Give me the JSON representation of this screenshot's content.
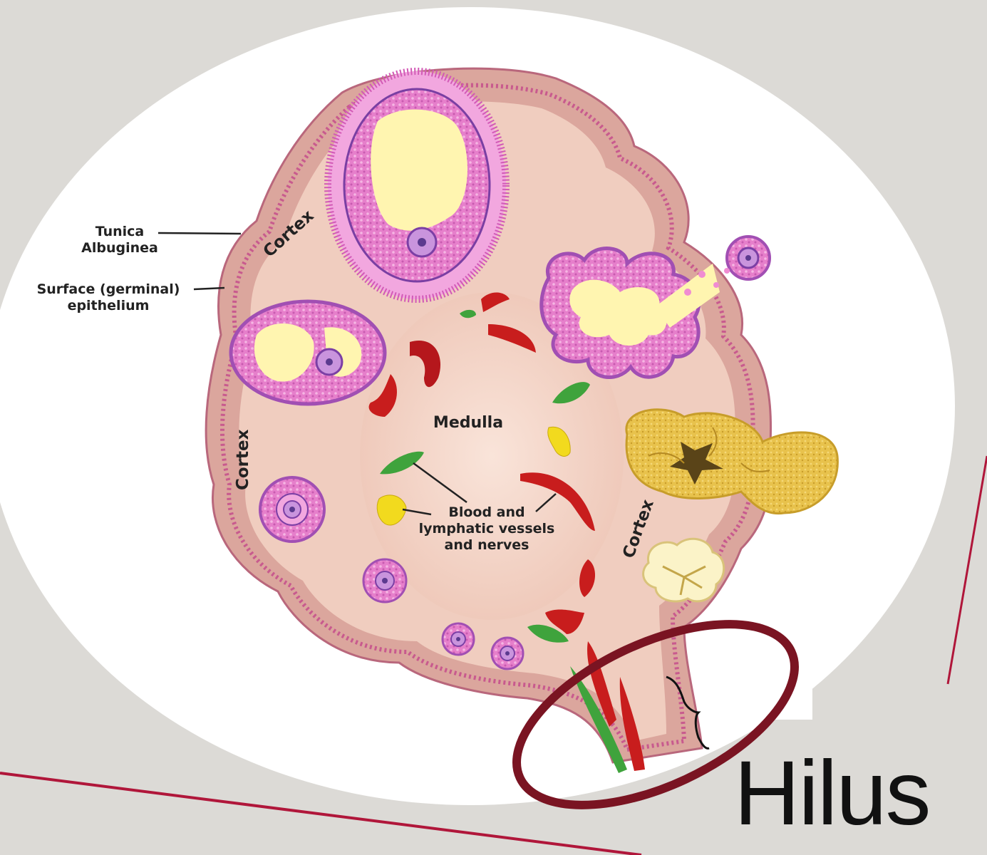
{
  "diagram": {
    "labels": {
      "tunica": [
        "Tunica",
        "Albuginea"
      ],
      "surface": [
        "Surface (germinal)",
        "epithelium"
      ],
      "cortex": "Cortex",
      "medulla": "Medulla",
      "vessels": [
        "Blood and",
        "lymphatic vessels",
        "and nerves"
      ]
    },
    "hilus_label": "Hilus"
  },
  "colors": {
    "background": "#dcdad6",
    "backdrop": "#ffffff",
    "ovary_outer": "#d9a8a0",
    "ovary_inner": "#f0cfc2",
    "follicle": "#e47ac8",
    "antrum": "#fff5b0",
    "corpus_luteum": "#e7c24a",
    "artery": "#c81d1d",
    "lymph": "#3fa33c",
    "nerve": "#f2da1e",
    "hilus_ring": "#7a1422",
    "accent_line": "#b0163a"
  }
}
